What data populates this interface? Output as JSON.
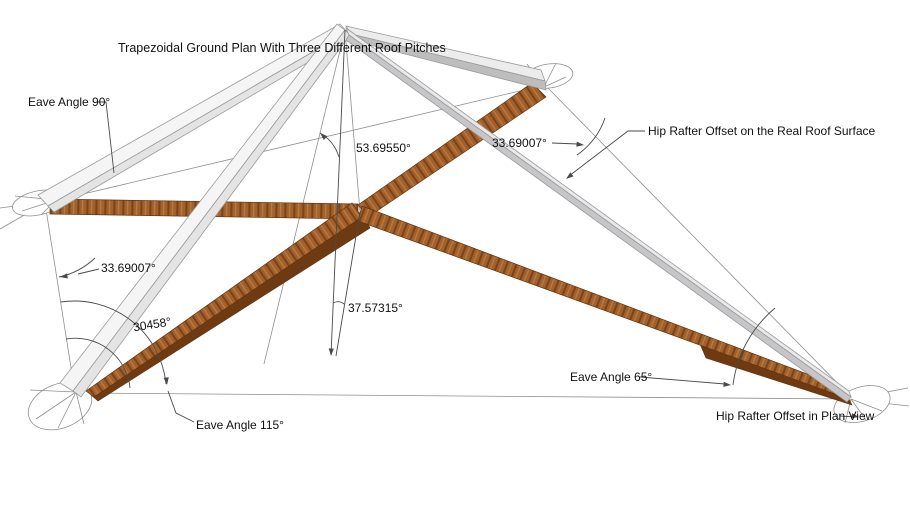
{
  "title": "Trapezoidal Ground Plan With Three Different Roof Pitches",
  "labels": {
    "eave_angle_90": "Eave Angle 90°",
    "angle_53": "53.69550°",
    "angle_33_upper": "33.69007°",
    "hip_offset_roof": "Hip Rafter Offset on the Real Roof Surface",
    "angle_33_left": "33.69007°",
    "angle_30458": "30458°",
    "angle_37": "37.57315°",
    "eave_angle_65": "Eave Angle 65°",
    "eave_angle_115": "Eave Angle 115°",
    "hip_offset_plan": "Hip Rafter Offset in Plan View"
  },
  "colors": {
    "background": "#ffffff",
    "line": "#8f8f8f",
    "dim": "#4a4a4a",
    "text": "#111111",
    "beam_face": "#f5f5f5",
    "beam_side": "#e4e4e4",
    "beam_edge": "#9a9a9a",
    "ridge_face": "#ececec",
    "ridge_side": "#bdbdbd",
    "hip_face": "#e9e9eb",
    "hip_side": "#c6c6c8",
    "wood_base": "#a2602c",
    "wood_dark": "#7a4418",
    "wood_light": "#b97a3e",
    "wood_shadow": "#6e3a12",
    "wood_edge": "#5f3310",
    "pad_fill": "#ffffff"
  }
}
